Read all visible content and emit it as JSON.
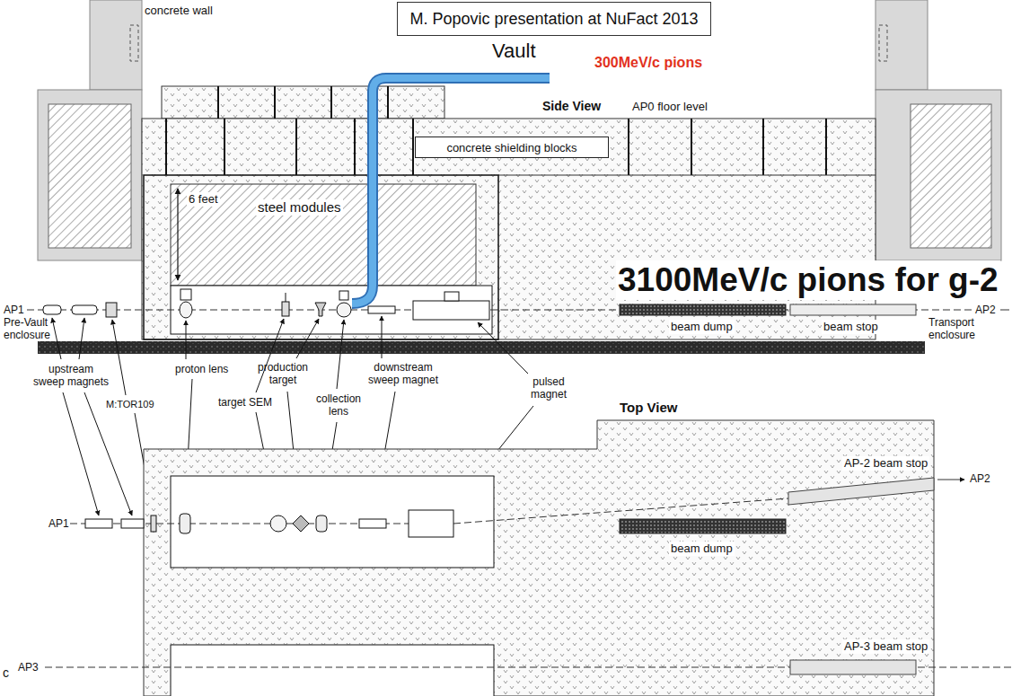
{
  "diagram": {
    "title": "M. Popovic presentation at NuFact 2013",
    "nodes": [
      {
        "text": [
          "concrete shielding blocks"
        ]
      }
    ],
    "labels": [
      "concrete wall",
      "Vault",
      "300MeV/c pions",
      "Side View",
      "AP0 floor level",
      "6 feet",
      "steel modules",
      "3100MeV/c pions for g-2",
      "AP1",
      "Pre-Vault enclosure",
      "beam dump",
      "beam stop",
      "AP2",
      "Transport enclosure",
      "upstream sweep magnets",
      "M:TOR109",
      "proton lens",
      "target SEM",
      "production target",
      "collection lens",
      "downstream sweep magnet",
      "pulsed magnet",
      "Top View",
      "AP-2 beam stop",
      "AP1",
      "AP2",
      "beam dump",
      "AP-3 beam stop",
      "AP3",
      "c"
    ]
  }
}
